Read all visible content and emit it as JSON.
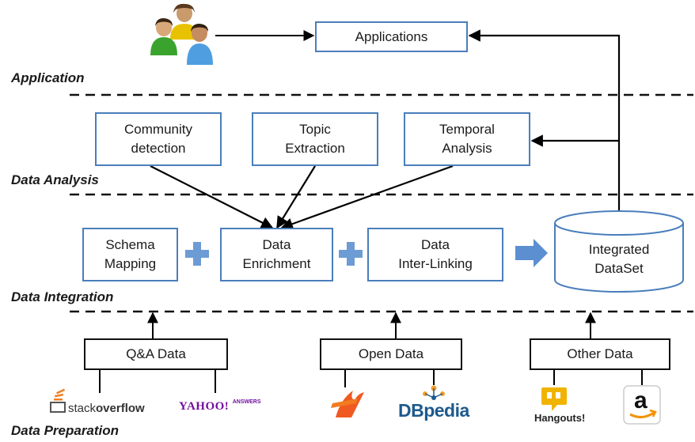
{
  "layers": {
    "application": "Application",
    "analysis": "Data Analysis",
    "integration": "Data Integration",
    "preparation": "Data Preparation"
  },
  "application_box": "Applications",
  "analysis_boxes": {
    "community": [
      "Community",
      "detection"
    ],
    "topic": [
      "Topic",
      "Extraction"
    ],
    "temporal": [
      "Temporal",
      "Analysis"
    ]
  },
  "integration_boxes": {
    "schema": [
      "Schema",
      "Mapping"
    ],
    "enrichment": [
      "Data",
      "Enrichment"
    ],
    "interlinking": [
      "Data",
      "Inter-Linking"
    ]
  },
  "dataset": [
    "Integrated",
    "DataSet"
  ],
  "sources": {
    "qa": "Q&A Data",
    "open": "Open Data",
    "other": "Other Data"
  },
  "logos": {
    "stackoverflow_a": "stack",
    "stackoverflow_b": "overflow",
    "yahoo": "YAHOO!",
    "yahoo_sub": "ANSWERS",
    "dbpedia": "DBpedia",
    "hangouts": "Hangouts!",
    "amazon": "a"
  },
  "colors": {
    "box_border": "#4a7ebb",
    "plus": "#6d9bd4",
    "arrow_fill": "#5b8fd1",
    "stackoverflow_orange": "#f48024",
    "yahoo_purple": "#720e9e",
    "dbpedia_blue": "#1d5a8e",
    "hangouts_yellow": "#f0b400",
    "firebase_orange": "#f05a22"
  },
  "icons": [
    "users-icon",
    "plus-icon",
    "block-arrow-icon",
    "database-cylinder-icon",
    "stackoverflow-logo",
    "yahoo-answers-logo",
    "firebase-flame-logo",
    "dbpedia-logo",
    "hangouts-logo",
    "amazon-logo"
  ]
}
